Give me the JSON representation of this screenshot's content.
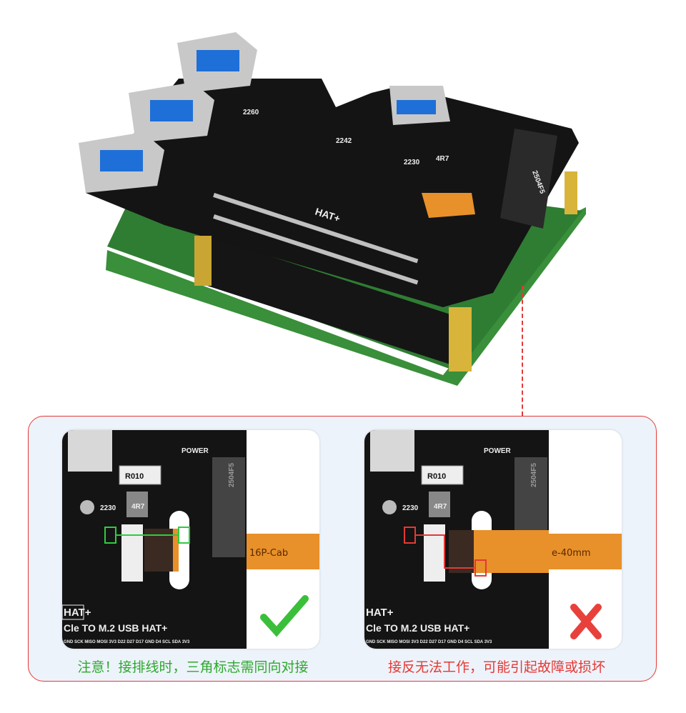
{
  "photo": {
    "board_labels": {
      "hat": "HAT+",
      "m2": "2504F5",
      "inductor": "4R7",
      "size_2242": "2242",
      "size_2230": "2230",
      "size_2260": "2260"
    }
  },
  "panel": {
    "correct": {
      "caption": "注意！接排线时，三角标志需同向对接",
      "cable_label": "16P-Cab",
      "status_icon": "check-icon",
      "marker_color": "#2ecc40"
    },
    "wrong": {
      "caption": "接反无法工作，可能引起故障或损坏",
      "cable_label": "e-40mm",
      "status_icon": "cross-icon",
      "marker_color": "#e53935"
    },
    "board": {
      "power": "POWER",
      "r010": "R010",
      "inductor": "4R7",
      "size": "2230",
      "m2": "2504F5",
      "hat": "HAT+",
      "product": "Cle TO M.2 USB HAT+",
      "pins": "GND SCK MISO MOSI 3V3 D22 D27 D17 GND D4 SCL SDA 3V3"
    }
  },
  "colors": {
    "accent_red": "#e53935",
    "accent_green": "#2ea82e",
    "panel_bg": "#edf3fb",
    "cable": "#e8902a"
  }
}
